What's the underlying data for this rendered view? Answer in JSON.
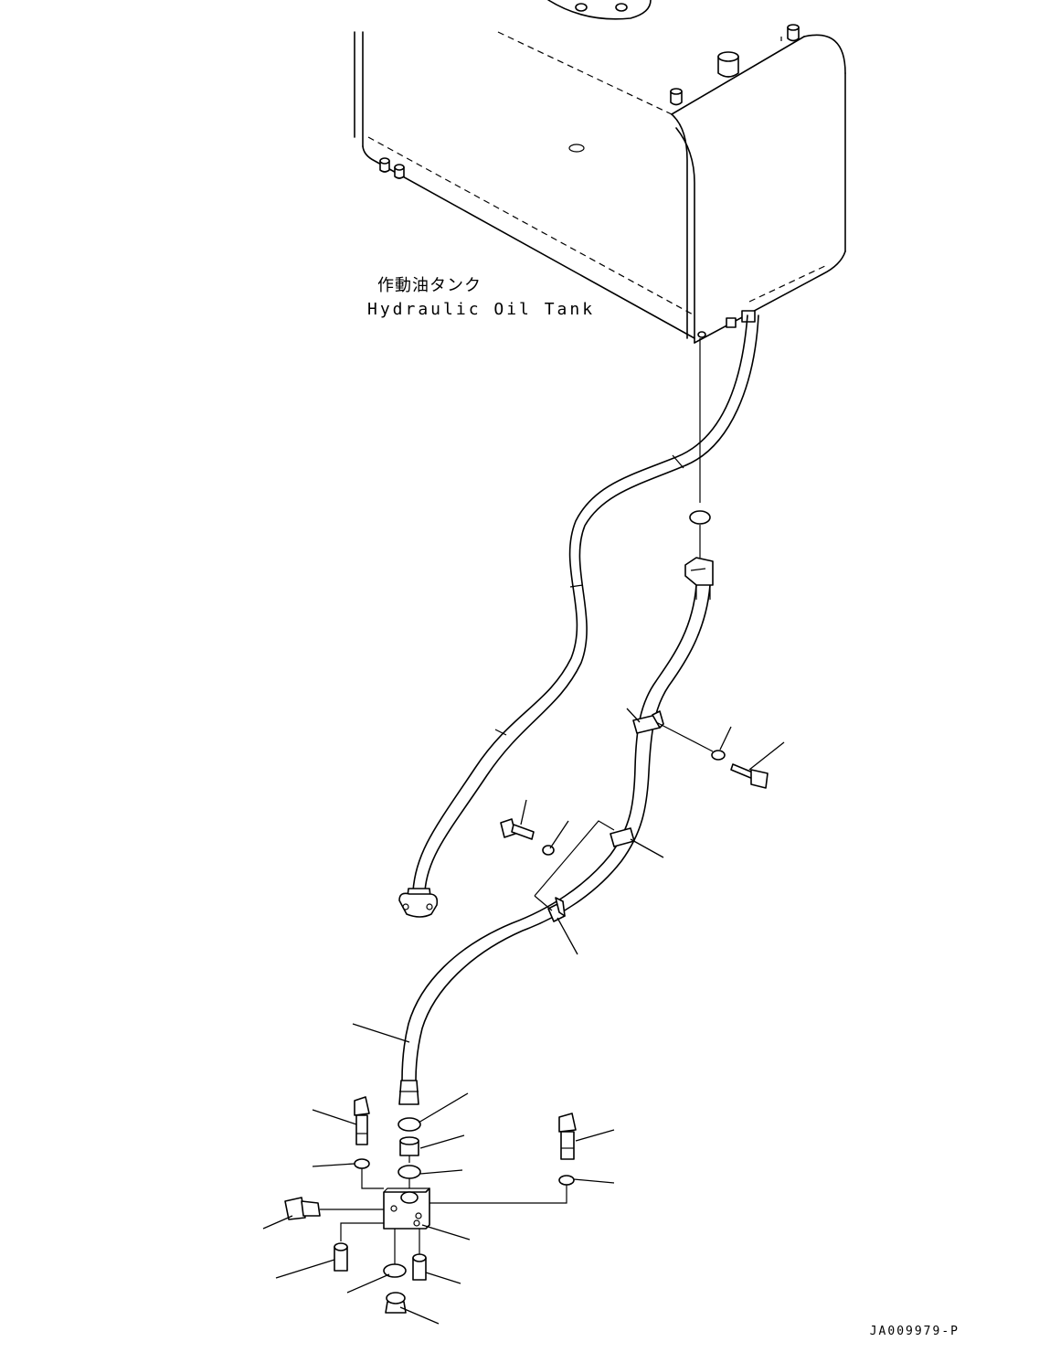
{
  "tank": {
    "label_jp": "作動油タンク",
    "label_en": "Hydraulic Oil Tank"
  },
  "drawing": {
    "code": "JA009979-P"
  }
}
